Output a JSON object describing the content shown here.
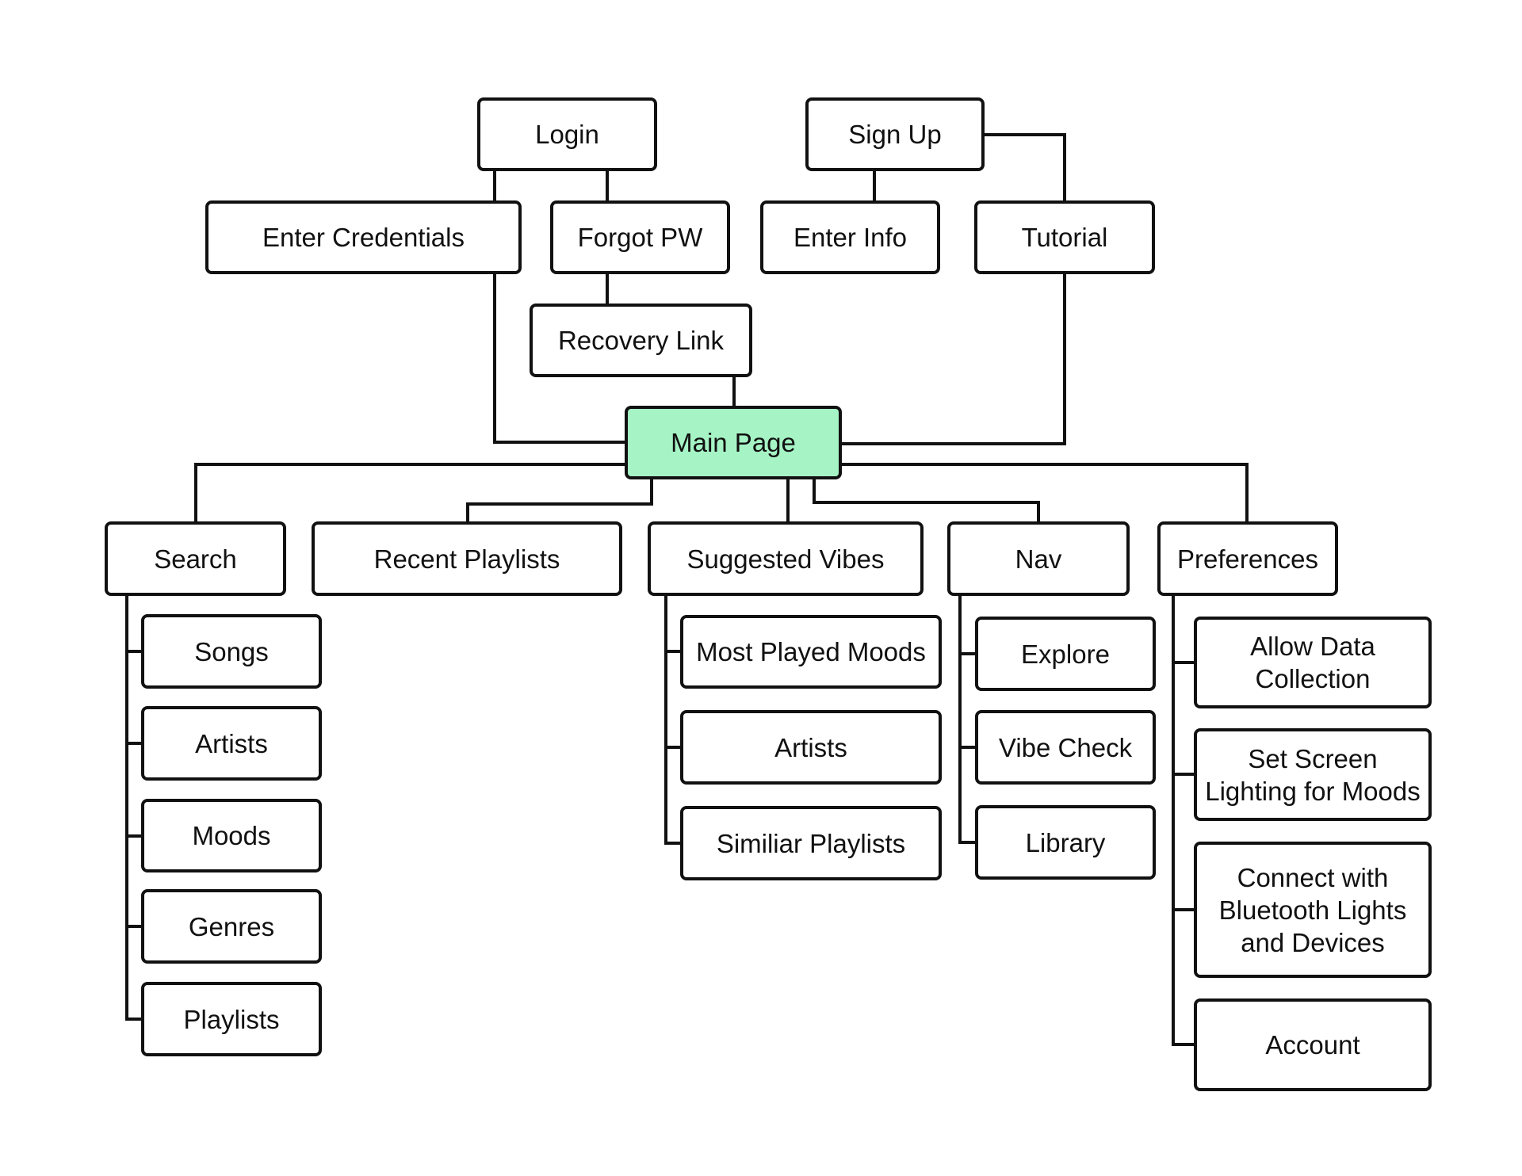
{
  "diagram": {
    "nodes": {
      "login": "Login",
      "sign_up": "Sign Up",
      "enter_credentials": "Enter Credentials",
      "forgot_pw": "Forgot PW",
      "enter_info": "Enter Info",
      "tutorial": "Tutorial",
      "recovery_link": "Recovery Link",
      "main_page": "Main Page",
      "search": "Search",
      "recent_playlists": "Recent Playlists",
      "suggested_vibes": "Suggested Vibes",
      "nav": "Nav",
      "preferences": "Preferences",
      "songs": "Songs",
      "search_artists": "Artists",
      "moods": "Moods",
      "genres": "Genres",
      "playlists": "Playlists",
      "most_played_moods": "Most Played Moods",
      "vibes_artists": "Artists",
      "similiar_playlists": "Similiar Playlists",
      "explore": "Explore",
      "vibe_check": "Vibe Check",
      "library": "Library",
      "allow_data_collection": "Allow Data\nCollection",
      "set_screen_lighting": "Set Screen\nLighting for Moods",
      "connect_bluetooth": "Connect with\nBluetooth Lights\nand Devices",
      "account": "Account"
    },
    "colors": {
      "main_page_fill": "#a6f4c5",
      "node_border": "#111111",
      "connector": "#111111"
    }
  }
}
